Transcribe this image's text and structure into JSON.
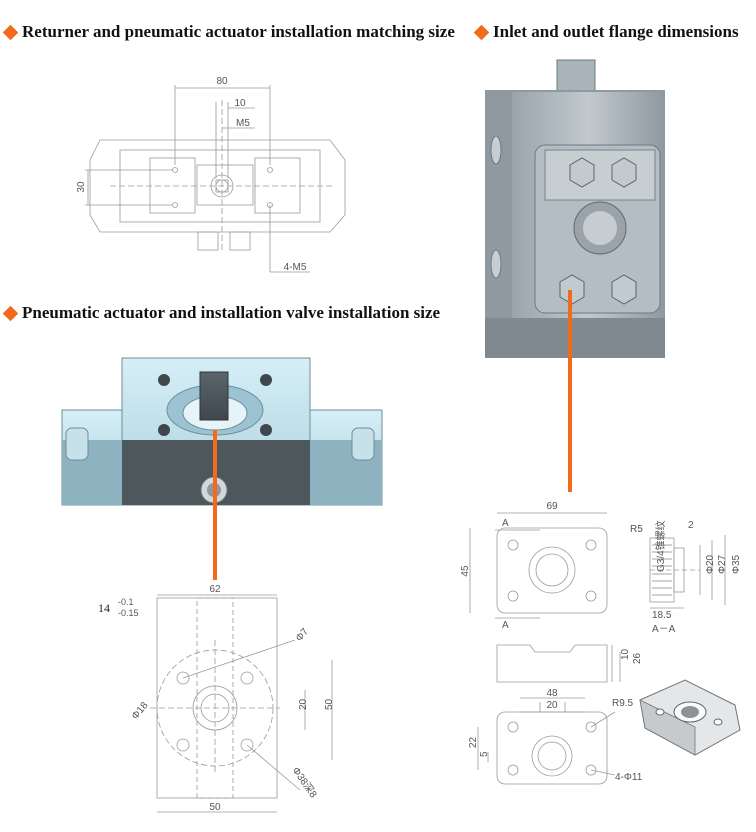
{
  "headings": {
    "returner": "Returner and pneumatic actuator installation matching size",
    "flange": "Inlet and outlet flange dimensions",
    "actuator": "Pneumatic actuator and installation valve installation size"
  },
  "colors": {
    "accent": "#F26B1D",
    "line": "#9a9a9a",
    "render_body": "#aeb8bf",
    "render_light": "#bfe3ef"
  },
  "icons": {
    "bullet": "diamond-bullet-icon"
  },
  "top_drawing": {
    "d80": "80",
    "d10": "10",
    "dm5": "M5",
    "d30": "30",
    "d4m5": "4-M5"
  },
  "bottom_left": {
    "tol": "14",
    "tol_hi": "-0.1",
    "tol_lo": "-0.15",
    "d62": "62",
    "d7": "Φ7",
    "d18": "Φ18",
    "d20": "20",
    "d50v": "50",
    "d50h": "50",
    "d38": "Φ38深8"
  },
  "flange_top": {
    "d69": "69",
    "d45": "45",
    "a1": "A",
    "a2": "A",
    "r5": "R5",
    "d2": "2",
    "thread": "G3/4锥螺纹",
    "d20": "Φ20",
    "d27": "Φ27",
    "d35": "Φ35",
    "d185": "18.5",
    "section": "A－A"
  },
  "flange_mid": {
    "d10": "10",
    "d26": "26"
  },
  "flange_bot": {
    "d48": "48",
    "d20": "20",
    "r95": "R9.5",
    "d22": "22",
    "d5": "5",
    "d411": "4-Φ11"
  }
}
